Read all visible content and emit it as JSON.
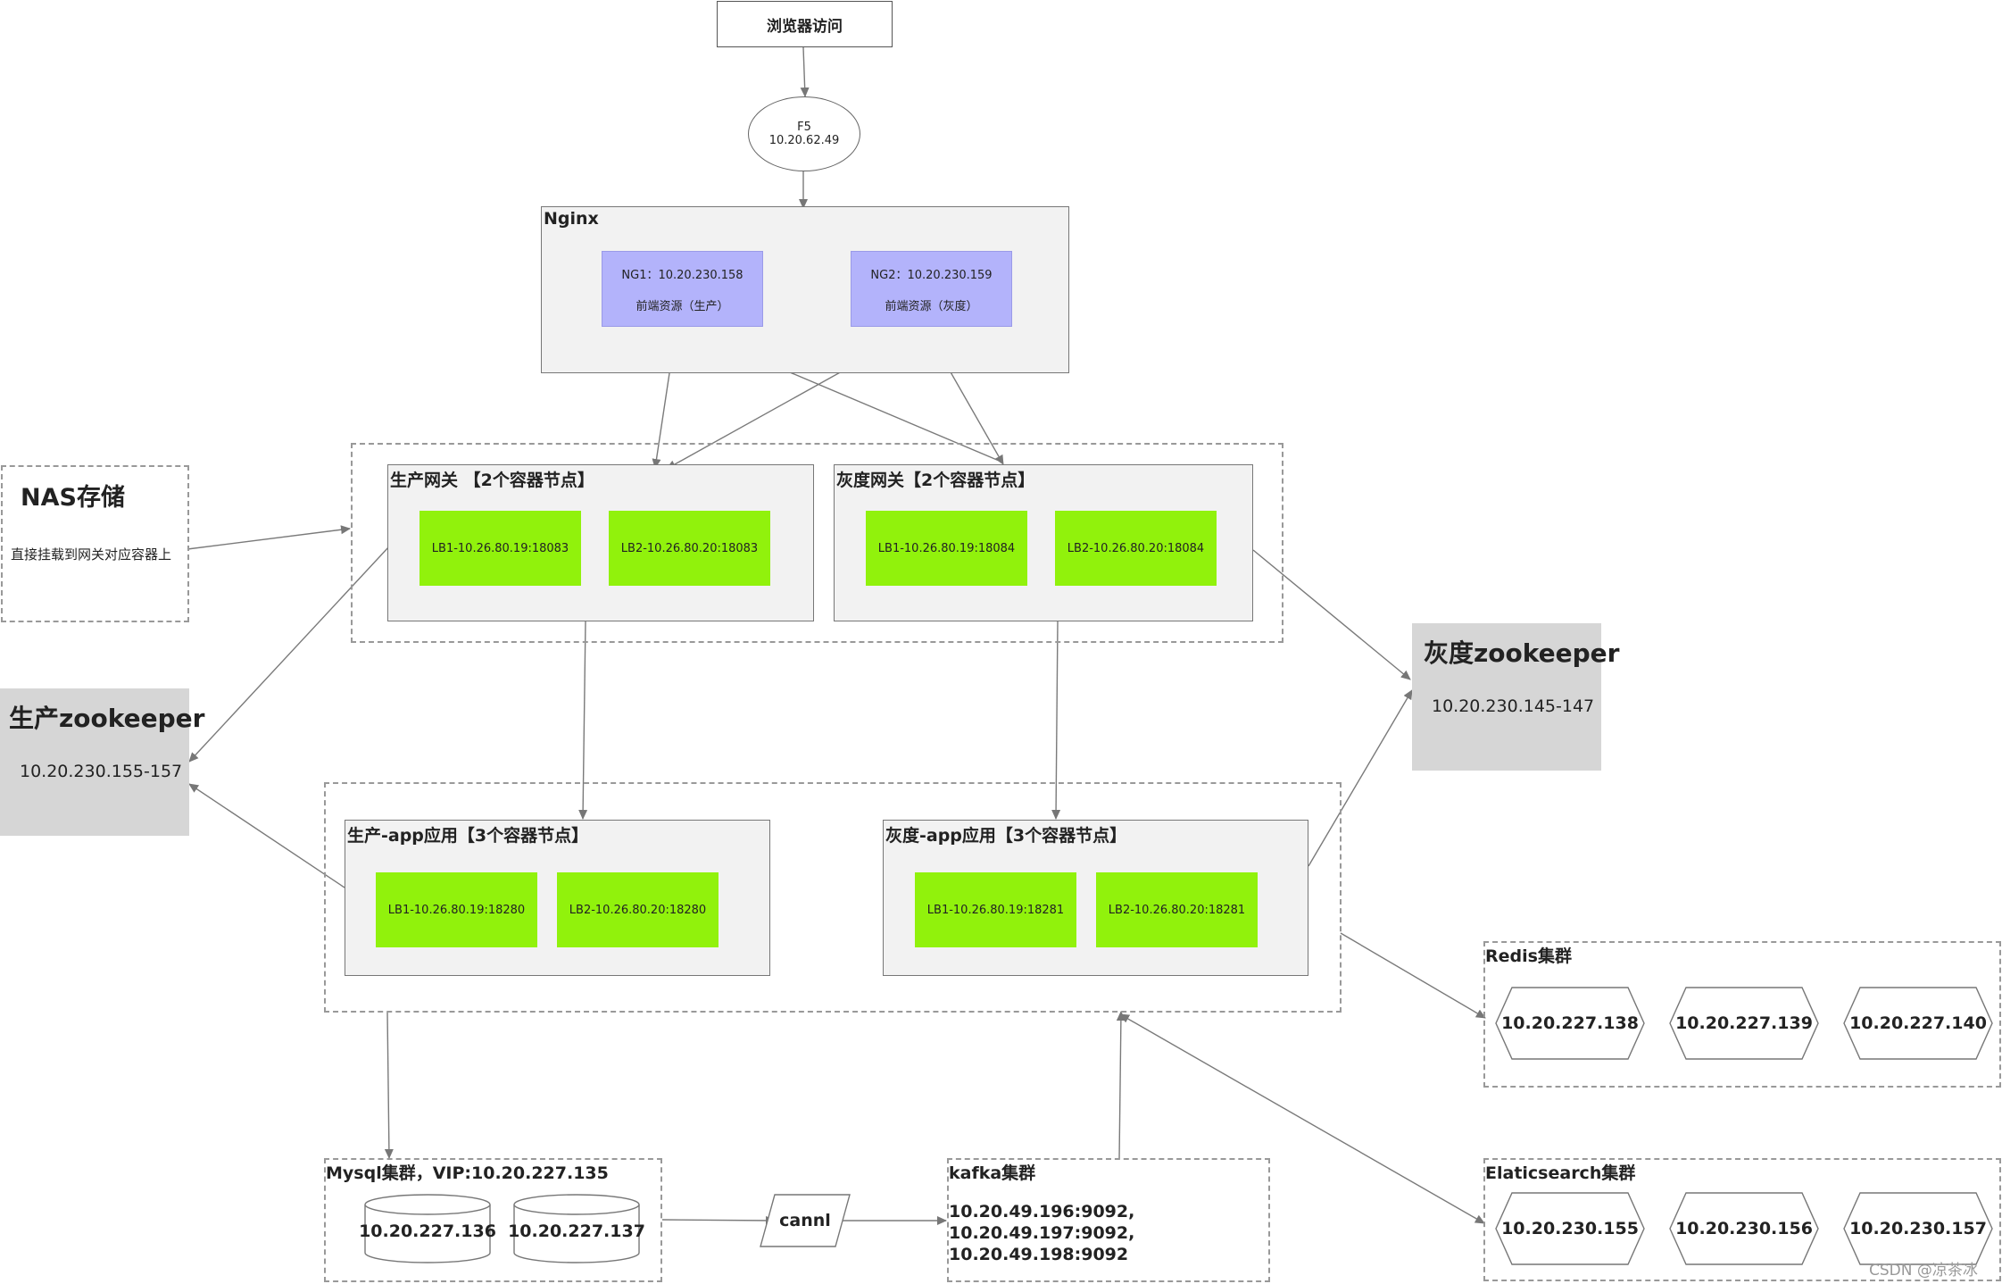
{
  "browser": {
    "label": "浏览器访问"
  },
  "f5": {
    "name": "F5",
    "ip": "10.20.62.49"
  },
  "nginx": {
    "title": "Nginx",
    "ng1": {
      "ip": "NG1：10.20.230.158",
      "desc": "前端资源（生产）"
    },
    "ng2": {
      "ip": "NG2：10.20.230.159",
      "desc": "前端资源（灰度）"
    }
  },
  "nas": {
    "title": "NAS存储",
    "desc": "直接挂载到网关对应容器上"
  },
  "prod_gateway": {
    "title": "生产网关 【2个容器节点】",
    "lb1": "LB1-10.26.80.19:18083",
    "lb2": "LB2-10.26.80.20:18083"
  },
  "gray_gateway": {
    "title": "灰度网关【2个容器节点】",
    "lb1": "LB1-10.26.80.19:18084",
    "lb2": "LB2-10.26.80.20:18084"
  },
  "prod_zk": {
    "title": "生产zookeeper",
    "ips": "10.20.230.155-157"
  },
  "gray_zk": {
    "title": "灰度zookeeper",
    "ips": "10.20.230.145-147"
  },
  "prod_app": {
    "title": "生产-app应用【3个容器节点】",
    "lb1": "LB1-10.26.80.19:18280",
    "lb2": "LB2-10.26.80.20:18280"
  },
  "gray_app": {
    "title": "灰度-app应用【3个容器节点】",
    "lb1": "LB1-10.26.80.19:18281",
    "lb2": "LB2-10.26.80.20:18281"
  },
  "redis": {
    "title": "Redis集群",
    "nodes": [
      "10.20.227.138",
      "10.20.227.139",
      "10.20.227.140"
    ]
  },
  "es": {
    "title": "Elaticsearch集群",
    "nodes": [
      "10.20.230.155",
      "10.20.230.156",
      "10.20.230.157"
    ]
  },
  "mysql": {
    "title": "Mysql集群，VIP:10.20.227.135",
    "nodes": [
      "10.20.227.136",
      "10.20.227.137"
    ]
  },
  "cannl": {
    "label": "cannl"
  },
  "kafka": {
    "title": "kafka集群",
    "lines": [
      "10.20.49.196:9092,",
      "10.20.49.197:9092,",
      "10.20.49.198:9092"
    ]
  },
  "watermark": "CSDN @凉茶冰"
}
